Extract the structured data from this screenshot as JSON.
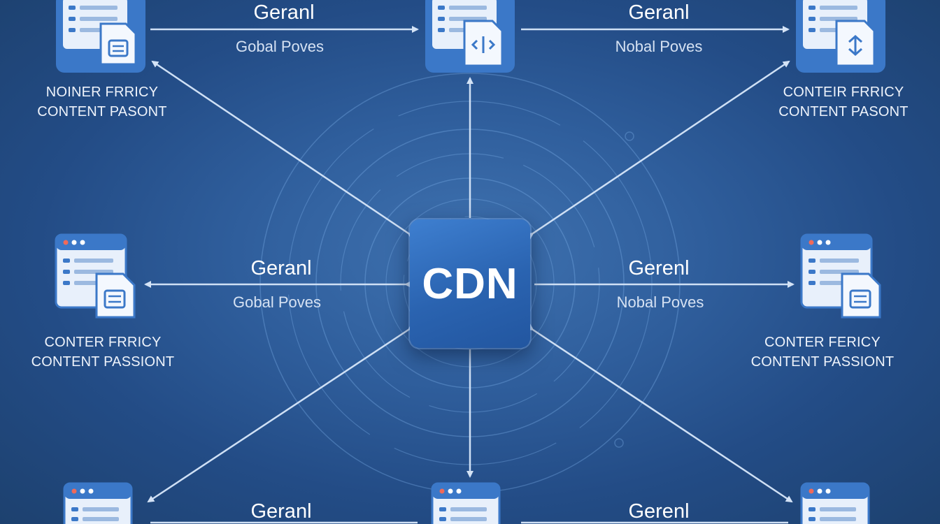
{
  "hub": {
    "label": "CDN"
  },
  "nodes": [
    {
      "id": "top-left",
      "icon": "server-document-icon",
      "lines": [
        "NOINER FRRICY",
        "CONTENT PASONT"
      ]
    },
    {
      "id": "top-center",
      "icon": "server-document-icon",
      "lines": []
    },
    {
      "id": "top-right",
      "icon": "server-document-icon",
      "lines": [
        "CONTEIR FRRICY",
        "CONTENT PASONT"
      ]
    },
    {
      "id": "middle-left",
      "icon": "browser-document-icon",
      "lines": [
        "CONTER FRRICY",
        "CONTENT PASSIONT"
      ]
    },
    {
      "id": "middle-right",
      "icon": "browser-document-icon",
      "lines": [
        "CONTER FERICY",
        "CONTENT PASSIONT"
      ]
    },
    {
      "id": "bottom-left",
      "icon": "browser-window-icon",
      "lines": []
    },
    {
      "id": "bottom-center",
      "icon": "browser-window-icon",
      "lines": []
    },
    {
      "id": "bottom-right",
      "icon": "browser-window-icon",
      "lines": []
    }
  ],
  "edge_labels": [
    {
      "id": "top-left-edge",
      "title": "Geranl",
      "subtitle": "Gobal Poves"
    },
    {
      "id": "top-right-edge",
      "title": "Geranl",
      "subtitle": "Nobal Poves"
    },
    {
      "id": "middle-left-edge",
      "title": "Geranl",
      "subtitle": "Gobal Poves"
    },
    {
      "id": "middle-right-edge",
      "title": "Gerenl",
      "subtitle": "Nobal Poves"
    },
    {
      "id": "bottom-left-edge",
      "title": "Geranl",
      "subtitle": ""
    },
    {
      "id": "bottom-right-edge",
      "title": "Gerenl",
      "subtitle": ""
    }
  ],
  "colors": {
    "background": "#2b5a96",
    "hub": "#2e69b6",
    "arrow": "#cfe0f5",
    "icon_frame": "#3b78c8",
    "icon_paper": "#e8f0fb"
  }
}
